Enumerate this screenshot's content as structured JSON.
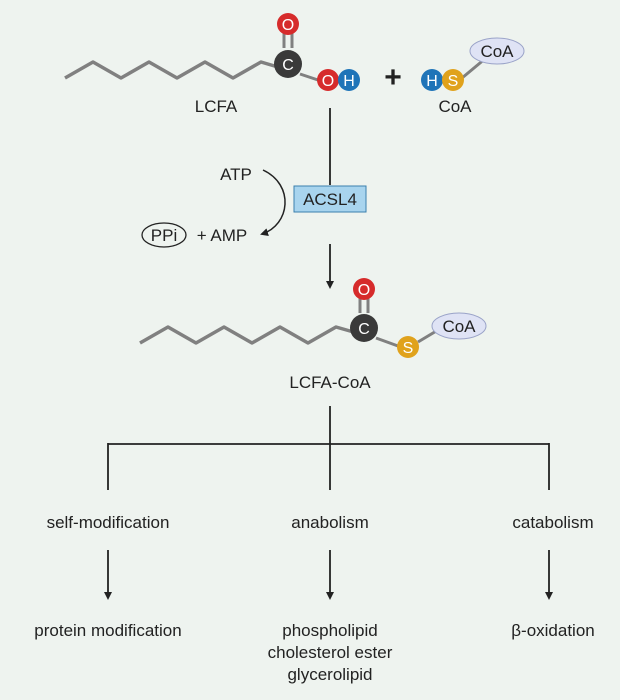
{
  "reactants": {
    "fatty_acid_label": "LCFA",
    "coa_label": "CoA",
    "plus_sign": "+"
  },
  "atoms": {
    "carbon": "C",
    "oxygen": "O",
    "hydrogen": "H",
    "sulfur": "S",
    "coa_group": "CoA"
  },
  "enzyme": {
    "name": "ACSL4",
    "cofactor_in": "ATP",
    "byproduct_ppi": "PPi",
    "byproduct_rest": "+ AMP"
  },
  "product": {
    "label": "LCFA-CoA"
  },
  "branches": [
    {
      "category": "self-modification",
      "outcome_lines": [
        "protein modification"
      ]
    },
    {
      "category": "anabolism",
      "outcome_lines": [
        "phospholipid",
        "cholesterol ester",
        "glycerolipid"
      ]
    },
    {
      "category": "catabolism",
      "outcome_lines": [
        "β-oxidation"
      ]
    }
  ],
  "colors": {
    "background": "#eef3ef",
    "chain": "#808080",
    "carbon": "#3a3a3a",
    "oxygen": "#d62b2b",
    "hydrogen": "#1f74b8",
    "sulfur": "#e0a21c",
    "coa_oval": "#dfe3f5",
    "enzyme_box": "#a8d4ee"
  }
}
